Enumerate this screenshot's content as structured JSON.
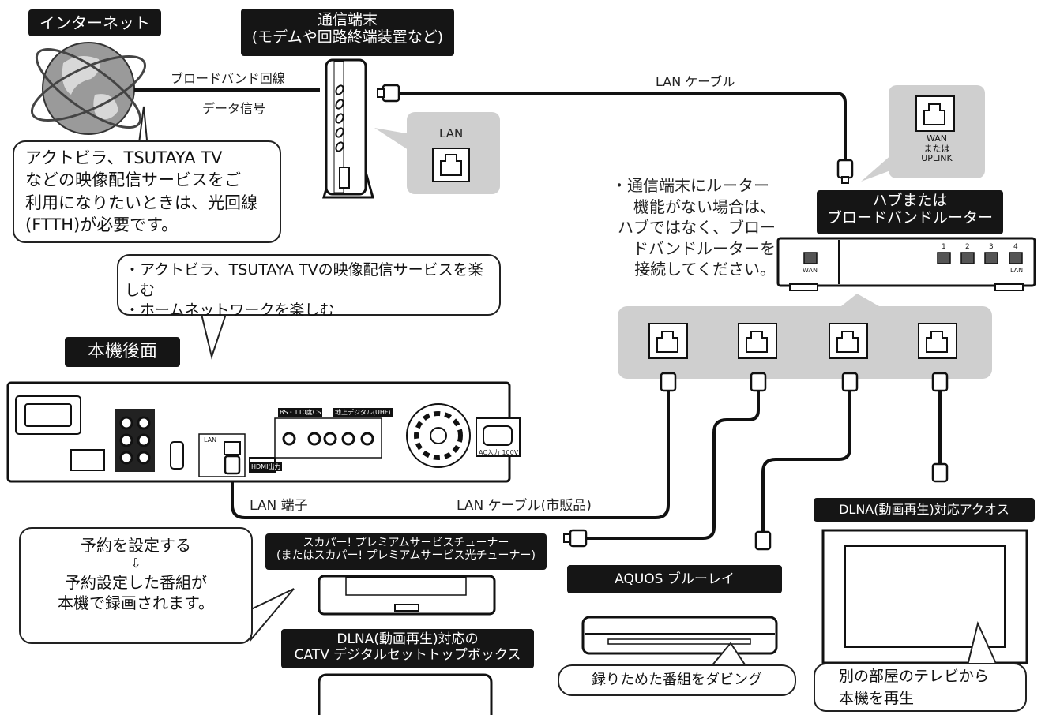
{
  "labels": {
    "internet": "インターネット",
    "modem_line1": "通信端末",
    "modem_line2": "(モデムや回路終端装置など)",
    "broadband_line": "ブロードバンド回線",
    "data_signal": "データ信号",
    "lan_cable_top": "LAN ケーブル",
    "modem_lan": "LAN",
    "wan_line1": "WAN",
    "wan_line2": "または",
    "wan_line3": "UPLINK",
    "hub_line1": "ハブまたは",
    "hub_line2": "ブロードバンドルーター",
    "router_note_1": "・通信端末にルーター",
    "router_note_2": "機能がない場合は、",
    "router_note_3": "ハブではなく、ブロー",
    "router_note_4": "ドバンドルーターを",
    "router_note_5": "接続してください。",
    "router_wan": "WAN",
    "router_lan": "LAN",
    "port_nums": [
      "1",
      "2",
      "3",
      "4"
    ],
    "ftth_1": "アクトビラ、TSUTAYA TV",
    "ftth_2": "などの映像配信サービスをご",
    "ftth_3": "利用になりたいときは、光回線",
    "ftth_4": "(FTTH)が必要です。",
    "enjoy_1": "・アクトビラ、TSUTAYA TVの映像配信サービスを楽しむ",
    "enjoy_2": "・ホームネットワークを楽しむ",
    "rear_panel": "本機後面",
    "lan_port": "LAN 端子",
    "lan_cable_retail": "LAN ケーブル(市販品)",
    "reserve_1": "予約を設定する",
    "reserve_arrow": "⇩",
    "reserve_2": "予約設定した番組が",
    "reserve_3": "本機で録画されます。",
    "skyperfect_1": "スカパー! プレミアムサービスチューナー",
    "skyperfect_2": "(またはスカパー! プレミアムサービス光チューナー)",
    "catv_1": "DLNA(動画再生)対応の",
    "catv_2": "CATV デジタルセットトップボックス",
    "aquos_bd": "AQUOS ブルーレイ",
    "dubbing": "録りためた番組をダビング",
    "aquos_tv": "DLNA(動画再生)対応アクオス",
    "play_1": "別の部屋のテレビから",
    "play_2": "本機を再生",
    "panel_bs": "BS・110度CS",
    "panel_uhf": "地上デジタル(UHF)",
    "panel_ac": "AC入力 100V",
    "panel_hdmi": "HDMI出力",
    "panel_lan": "LAN"
  }
}
